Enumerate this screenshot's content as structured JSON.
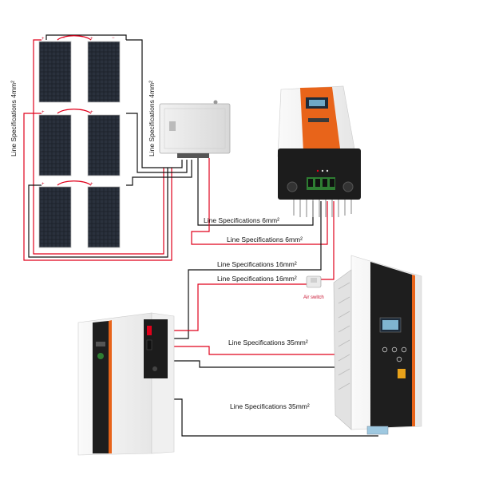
{
  "labels": {
    "pv_left": "Line Specifications 4mm²",
    "pv_mid": "Line Specifications 4mm²",
    "pv_to_ctrl_black": "Line Specifications 6mm²",
    "pv_to_ctrl_red": "Line Specifications 6mm²",
    "ctrl_to_inv_black": "Line Specifications 16mm²",
    "ctrl_to_inv_red": "Line Specifications 16mm²",
    "bat_red": "Line Specifications 35mm²",
    "bat_black": "Line Specifications 35mm²",
    "air_switch": "Air switch"
  },
  "panels": {
    "plus": "+",
    "minus": "−"
  },
  "colors": {
    "wire_red": "#e0001b",
    "wire_black": "#111111",
    "panel_dark": "#1b1f27",
    "accent_orange": "#e8641a"
  }
}
